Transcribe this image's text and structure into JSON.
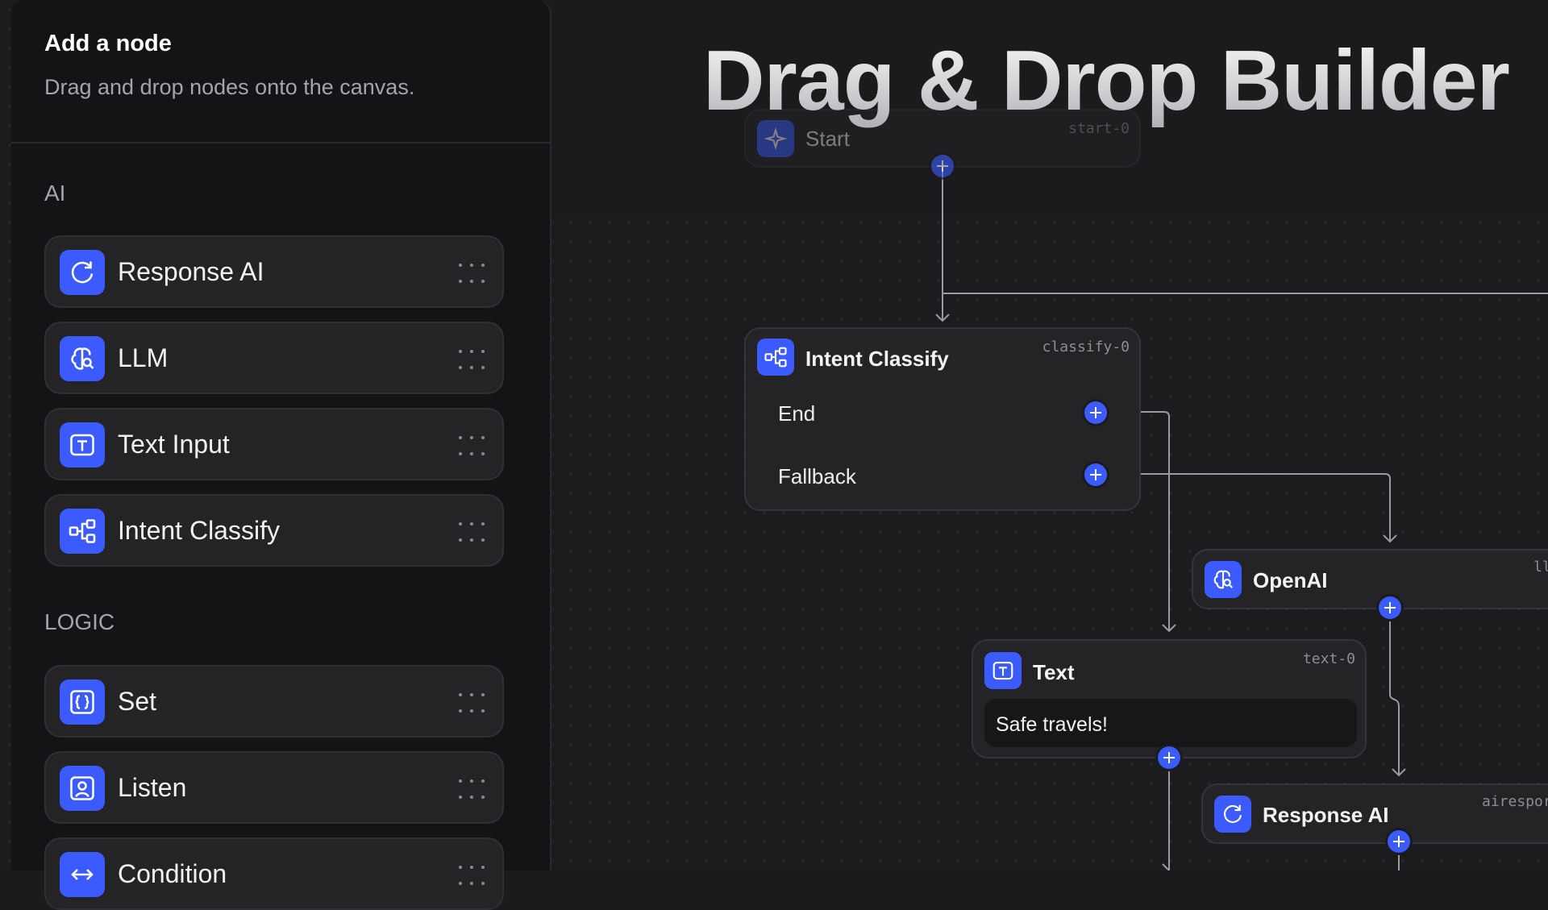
{
  "sidebar": {
    "title": "Add a node",
    "subtitle": "Drag and drop nodes onto the canvas.",
    "sections": [
      {
        "label": "AI",
        "items": [
          {
            "label": "Response AI",
            "icon": "refresh-bubble-icon"
          },
          {
            "label": "LLM",
            "icon": "brain-icon"
          },
          {
            "label": "Text Input",
            "icon": "text-box-icon"
          },
          {
            "label": "Intent Classify",
            "icon": "branch-icon"
          }
        ]
      },
      {
        "label": "LOGIC",
        "items": [
          {
            "label": "Set",
            "icon": "braces-icon"
          },
          {
            "label": "Listen",
            "icon": "person-frame-icon"
          },
          {
            "label": "Condition",
            "icon": "arrows-icon"
          }
        ]
      }
    ]
  },
  "headline": "Drag & Drop Builder",
  "canvas": {
    "nodes": {
      "start": {
        "title": "Start",
        "id": "start-0"
      },
      "classify": {
        "title": "Intent Classify",
        "id": "classify-0",
        "routes": [
          "End",
          "Fallback"
        ]
      },
      "openai": {
        "title": "OpenAI",
        "id": "ll"
      },
      "text": {
        "title": "Text",
        "id": "text-0",
        "message": "Safe travels!"
      },
      "response": {
        "title": "Response AI",
        "id": "airespor"
      }
    }
  },
  "colors": {
    "accent": "#3b5bff",
    "background": "#1b1b1e",
    "sidebar": "#141416",
    "card": "#242427"
  }
}
